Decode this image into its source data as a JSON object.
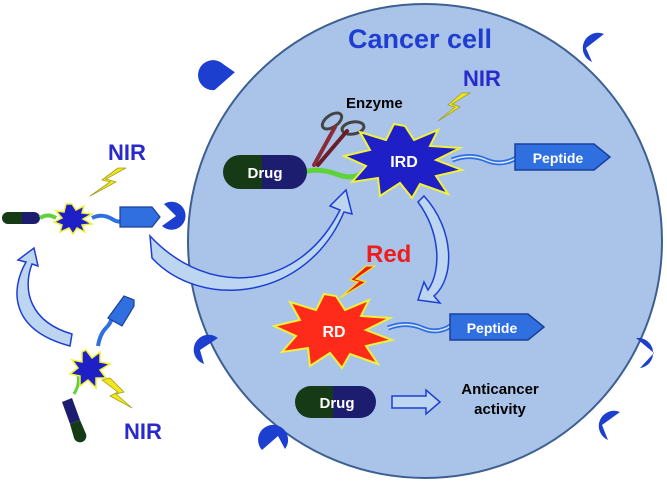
{
  "title": "Cancer cell",
  "labels": {
    "nir_top": "NIR",
    "nir_left": "NIR",
    "nir_bottom": "NIR",
    "enzyme": "Enzyme",
    "red": "Red",
    "anticancer_line1": "Anticancer",
    "anticancer_line2": "activity"
  },
  "capsules": {
    "drug_top": "Drug",
    "drug_bottom": "Drug"
  },
  "bursts": {
    "ird": "IRD",
    "rd": "RD"
  },
  "peptides": {
    "top": "Peptide",
    "bottom": "Peptide"
  },
  "colors": {
    "cell_fill": "#a9c4e8",
    "cell_stroke": "#3d5f92",
    "title": "#1f3ed1",
    "nir": "#2a2acb",
    "red_label": "#ee1c1c",
    "ird_burst": "#1f1fc8",
    "rd_burst": "#ff2b1a",
    "burst_stroke": "#f1f13a",
    "lightning": "#f4e61a",
    "peptide": "#2f6fe0",
    "drug_dark": "#163a16",
    "drug_navy": "#1d1d70",
    "receptor": "#1d3fd0",
    "linker_green": "#5fd23a",
    "arrow_light": "#bcd6f2"
  },
  "icons": [
    "scissors-icon",
    "lightning-icon",
    "receptor-icon",
    "curved-arrow-icon",
    "block-arrow-icon"
  ]
}
